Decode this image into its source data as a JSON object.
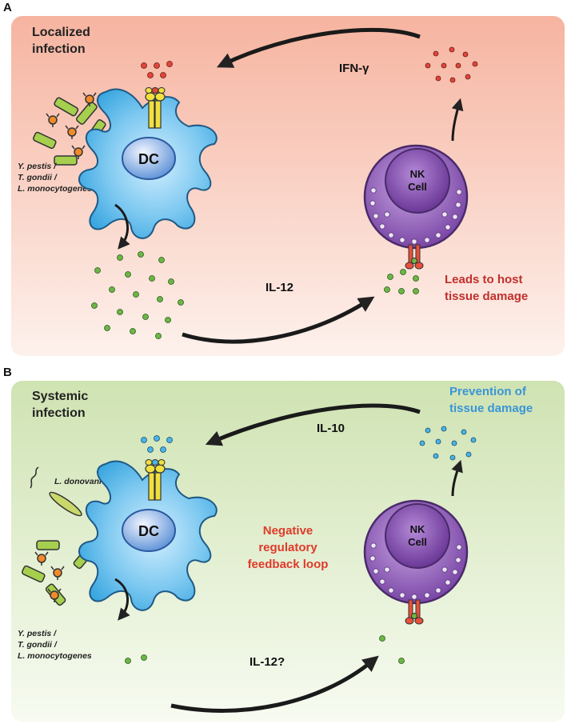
{
  "panel_a": {
    "letter": "A",
    "title_line1": "Localized",
    "title_line2": "infection",
    "pathogens_line1": "Y. pestis /",
    "pathogens_line2": "T. gondii /",
    "pathogens_line3": "L. monocytogenes",
    "dc_label": "DC",
    "nk_label_line1": "NK",
    "nk_label_line2": "Cell",
    "cytokine_top": "IFN-γ",
    "cytokine_bottom": "IL-12",
    "outcome_line1": "Leads to host",
    "outcome_line2": "tissue damage"
  },
  "panel_b": {
    "letter": "B",
    "title_line1": "Systemic",
    "title_line2": "infection",
    "extra_pathogen": "L. donovani",
    "pathogens_line1": "Y. pestis /",
    "pathogens_line2": "T. gondii /",
    "pathogens_line3": "L. monocytogenes",
    "dc_label": "DC",
    "nk_label_line1": "NK",
    "nk_label_line2": "Cell",
    "cytokine_top": "IL-10",
    "cytokine_bottom": "IL-12?",
    "outcome_line1": "Prevention of",
    "outcome_line2": "tissue damage",
    "loop_line1": "Negative",
    "loop_line2": "regulatory",
    "loop_line3": "feedback loop"
  },
  "colors": {
    "panel_a_bg_top": "#f6b4a0",
    "panel_a_bg_bottom": "#fdf1ec",
    "panel_b_bg_top": "#cfe3b2",
    "panel_b_bg_bottom": "#f7fbf1",
    "dc_cell": "#4fb3e8",
    "nk_cell": "#8e5bb5",
    "green_dot": "#6cb646",
    "red_dot": "#e0463a",
    "blue_dot": "#49b5e6",
    "outcome_a": "#c0302c",
    "outcome_b": "#3a95d6",
    "loop_text": "#e03a2a"
  }
}
